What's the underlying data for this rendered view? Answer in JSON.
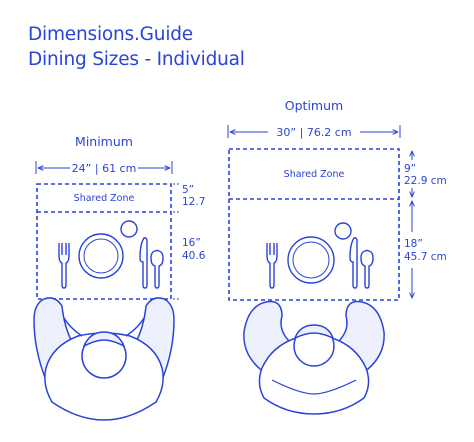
{
  "header": {
    "brand": "Dimensions.Guide",
    "subtitle": "Dining Sizes - Individual"
  },
  "minimum": {
    "title": "Minimum",
    "width_label": "24” | 61 cm",
    "zone_label": "Shared Zone",
    "zone_depth_in": "5”",
    "zone_depth_cm": "12.7",
    "place_depth_in": "16”",
    "place_depth_cm": "40.6"
  },
  "optimum": {
    "title": "Optimum",
    "width_label": "30” | 76.2 cm",
    "zone_label": "Shared Zone",
    "zone_depth_in": "9”",
    "zone_depth_cm": "22.9 cm",
    "place_depth_in": "18”",
    "place_depth_cm": "45.7 cm"
  },
  "colors": {
    "primary": "#2a44d8",
    "fill": "#eef1fd"
  }
}
